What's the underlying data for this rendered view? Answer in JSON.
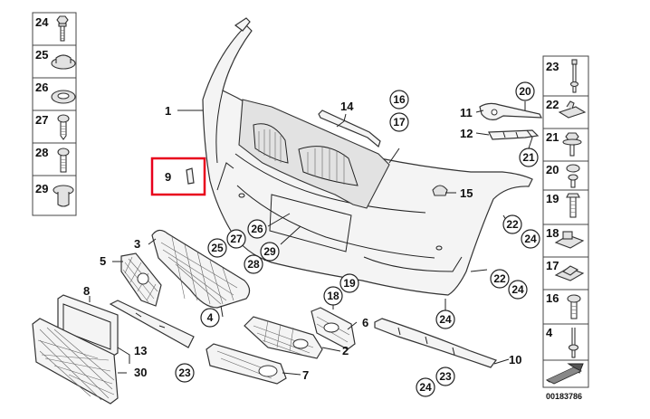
{
  "left_panel": [
    "24",
    "25",
    "26",
    "27",
    "28",
    "29"
  ],
  "right_panel": [
    "23",
    "22",
    "21",
    "20",
    "19",
    "18",
    "17",
    "16",
    "4"
  ],
  "labels": {
    "bumper": "1",
    "grille_center": "3",
    "grille_left": "5",
    "plate": "8",
    "support": "30",
    "strip_left": "13",
    "emblem": "9",
    "moulding_top": "14",
    "bracket_right": "11",
    "guide_right": "12",
    "clip_right": "15",
    "grid_right_small": "6",
    "grid_left_lower": "2",
    "grid_lower": "7",
    "strip_right": "10"
  },
  "circled": [
    "16",
    "17",
    "20",
    "21",
    "22",
    "24",
    "26",
    "27",
    "25",
    "29",
    "28",
    "4",
    "18",
    "19",
    "24",
    "22",
    "24",
    "23",
    "23",
    "24"
  ],
  "ref_number": "00183786"
}
